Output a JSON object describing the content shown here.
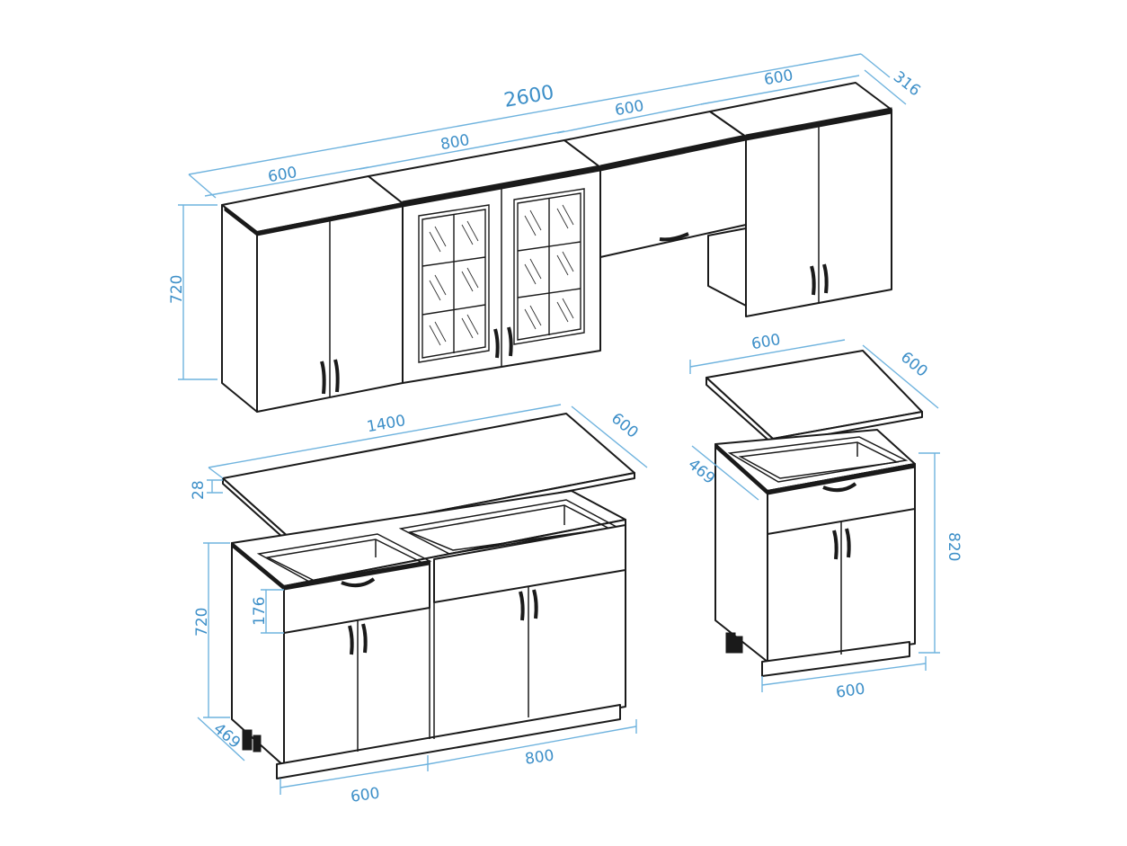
{
  "dimensions": {
    "total_width": "2600",
    "wall_600_left": "600",
    "wall_800_glass": "800",
    "wall_600_hood": "600",
    "wall_600_right": "600",
    "wall_depth_316": "316",
    "wall_height_720": "720",
    "worktop_1400": "1400",
    "worktop_depth_600": "600",
    "worktop_thickness_28": "28",
    "base_height_720": "720",
    "drawer_height_176": "176",
    "base_depth_469": "469",
    "base_width_600": "600",
    "base_width_800": "800",
    "small_top_600": "600",
    "small_top_depth_600": "600",
    "small_depth_469": "469",
    "small_height_820": "820",
    "small_width_600": "600"
  },
  "colors": {
    "line": "#1a1a1a",
    "dimension": "#6fb3de",
    "dimension_text": "#3d8fc8"
  }
}
